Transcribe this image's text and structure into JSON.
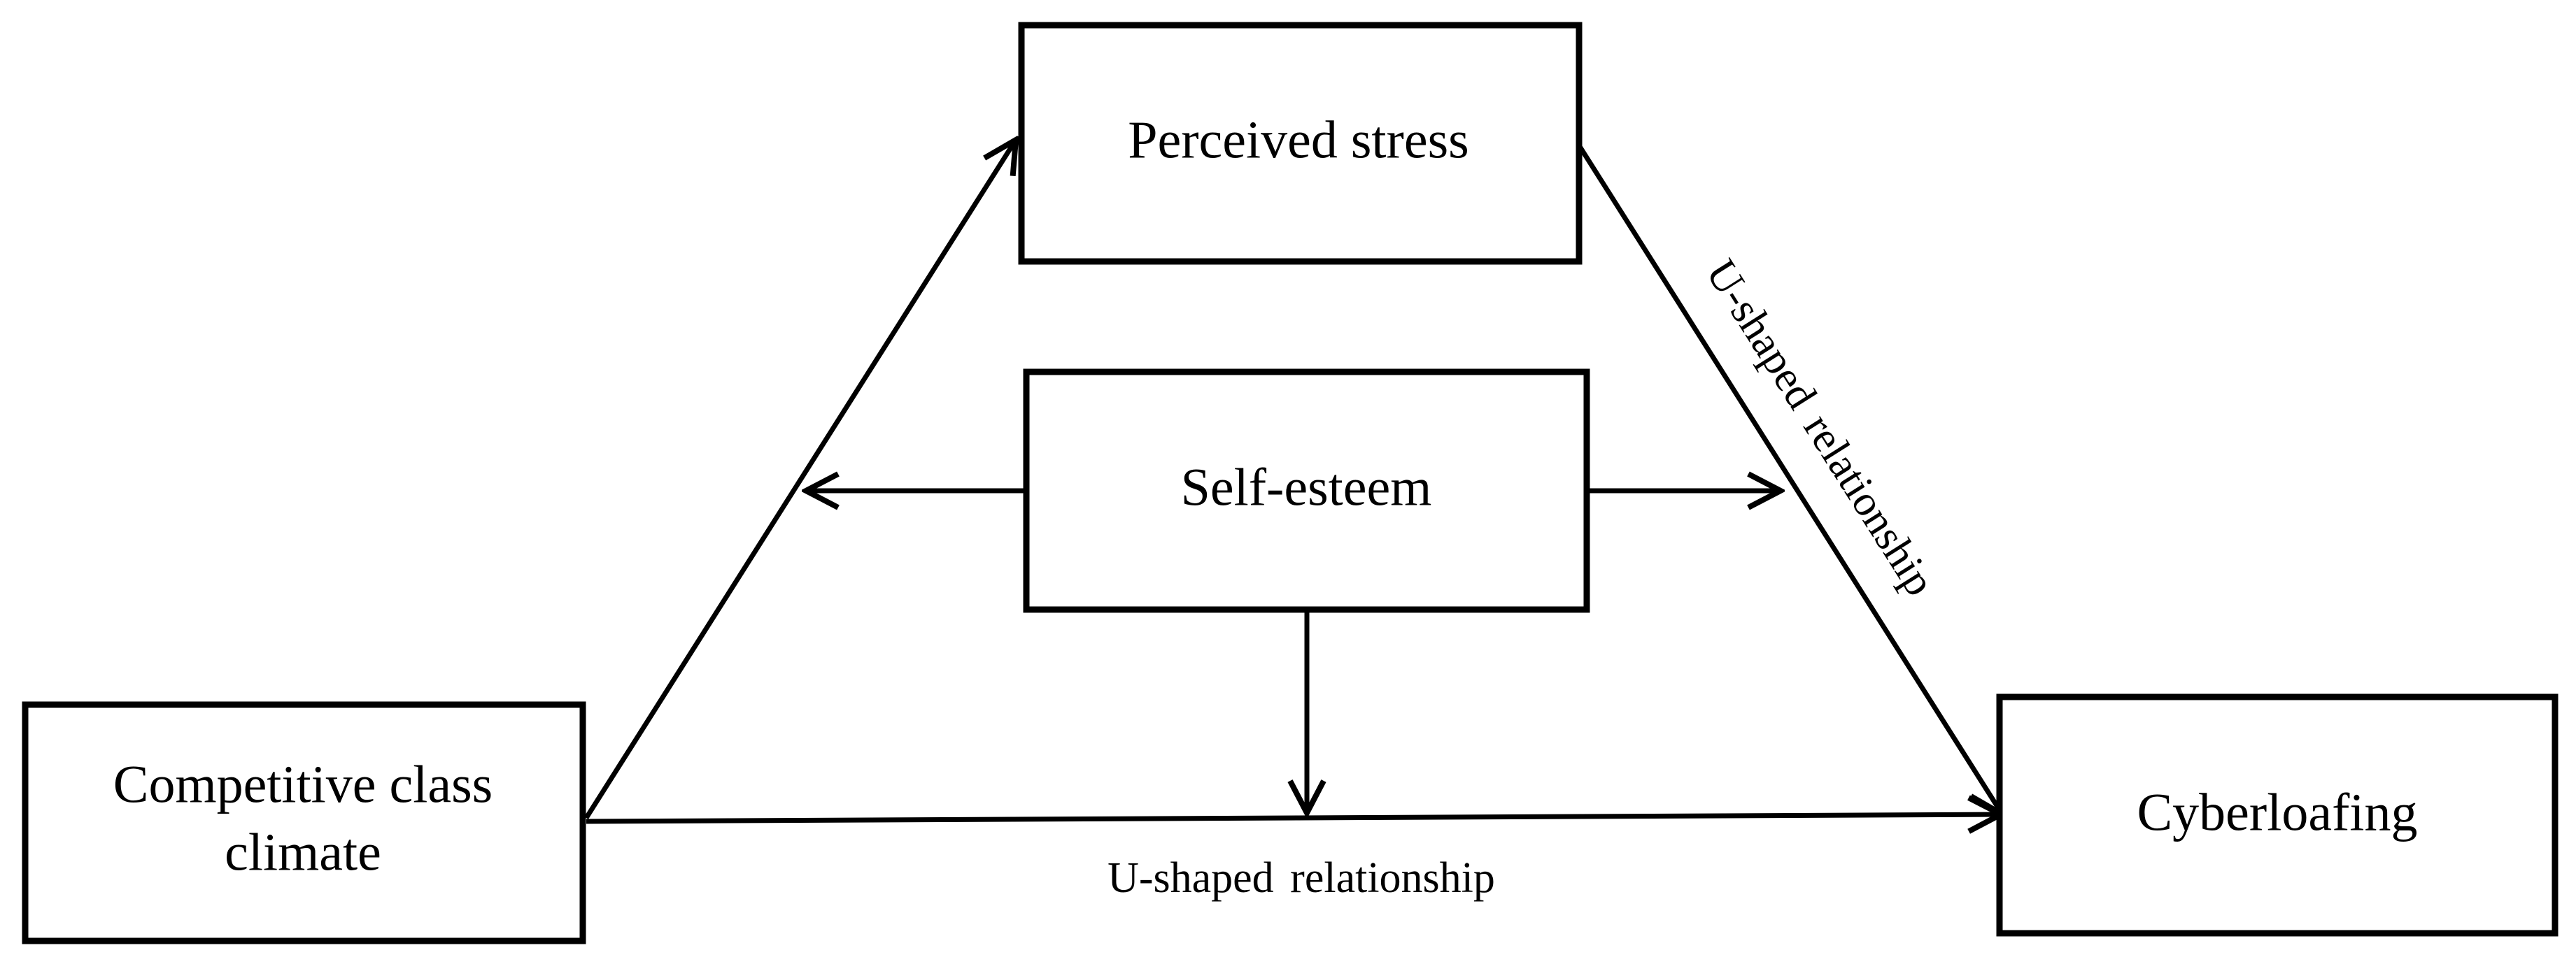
{
  "diagram": {
    "nodes": {
      "perceived_stress": {
        "label": "Perceived stress"
      },
      "self_esteem": {
        "label": "Self-esteem"
      },
      "competitive_climate": {
        "line1": "Competitive class",
        "line2": "climate"
      },
      "cyberloafing": {
        "label": "Cyberloafing"
      }
    },
    "edges": {
      "stress_to_cyberloafing": {
        "label": "U-shaped relationship"
      },
      "climate_to_cyberloafing": {
        "label": "U-shaped relationship"
      }
    },
    "colors": {
      "stroke": "#000000",
      "background": "#ffffff"
    }
  }
}
